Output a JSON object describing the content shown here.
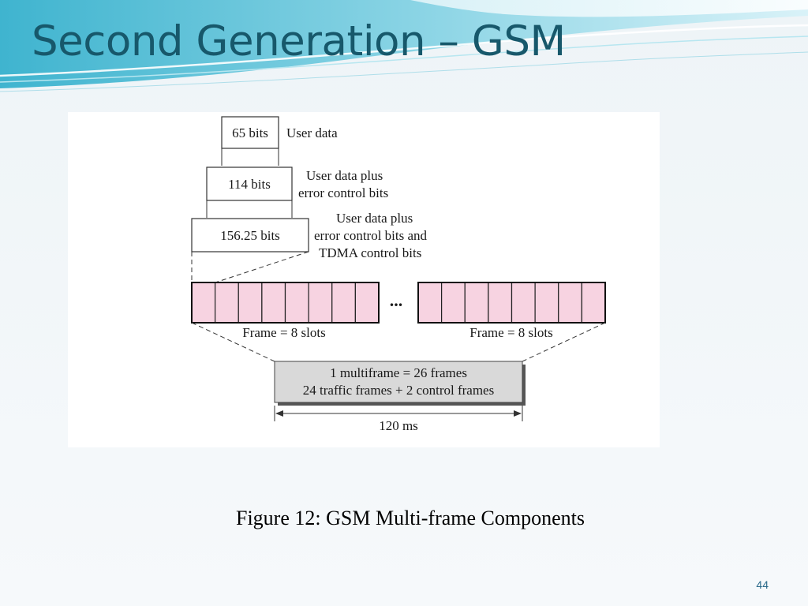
{
  "slide": {
    "title": "Second Generation – GSM",
    "caption": "Figure 12:  GSM Multi-frame Components",
    "page_number": "44"
  },
  "diagram": {
    "boxes": {
      "user_data_bits": "65 bits",
      "error_control_bits": "114 bits",
      "tdma_bits": "156.25 bits"
    },
    "labels": {
      "user_data": "User data",
      "error_control": [
        "User data plus",
        "error control bits"
      ],
      "tdma": [
        "User data plus",
        "error control bits and",
        "TDMA control bits"
      ]
    },
    "frame_label_left": "Frame = 8 slots",
    "frame_label_right": "Frame = 8 slots",
    "ellipsis": "...",
    "multiframe": [
      "1 multiframe = 26 frames",
      "24 traffic frames + 2 control frames"
    ],
    "duration": "120 ms",
    "slots_per_frame": 8
  },
  "colors": {
    "title": "#17586b",
    "slot_fill": "#f7d3e1",
    "multiframe_fill": "#d9d9d9",
    "page_number": "#2a6a8a"
  }
}
